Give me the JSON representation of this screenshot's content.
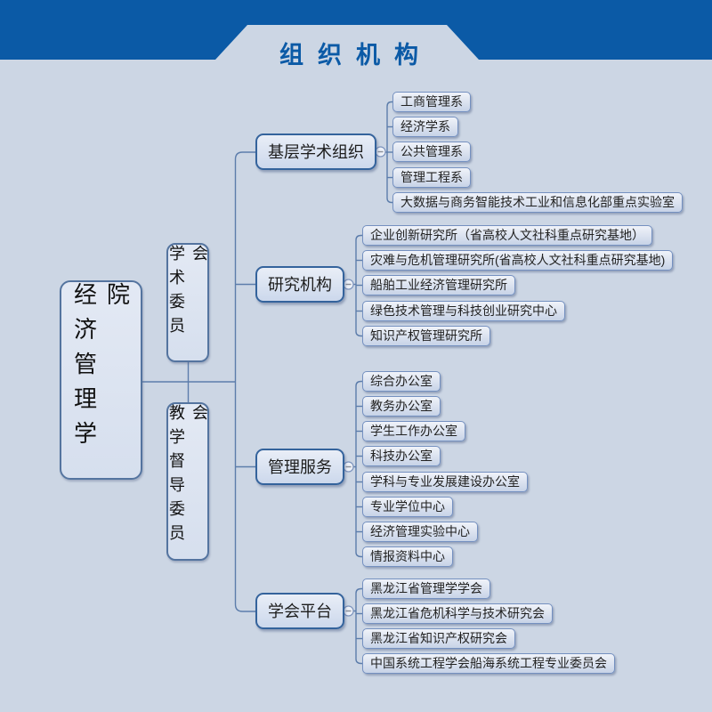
{
  "banner": {
    "title": "组织机构"
  },
  "root": {
    "label": "经济管理学院"
  },
  "committees": [
    {
      "label": "学术委员会"
    },
    {
      "label": "教学督导委员会"
    }
  ],
  "branches": [
    {
      "label": "基层学术组织",
      "children": [
        "工商管理系",
        "经济学系",
        "公共管理系",
        "管理工程系",
        "大数据与商务智能技术工业和信息化部重点实验室"
      ]
    },
    {
      "label": "研究机构",
      "children": [
        "企业创新研究所（省高校人文社科重点研究基地）",
        "灾难与危机管理研究所(省高校人文社科重点研究基地)",
        "船舶工业经济管理研究所",
        "绿色技术管理与科技创业研究中心",
        "知识产权管理研究所"
      ]
    },
    {
      "label": "管理服务",
      "children": [
        "综合办公室",
        "教务办公室",
        "学生工作办公室",
        "科技办公室",
        "学科与专业发展建设办公室",
        "专业学位中心",
        "经济管理实验中心",
        "情报资料中心"
      ]
    },
    {
      "label": "学会平台",
      "children": [
        "黑龙江省管理学学会",
        "黑龙江省危机科学与技术研究会",
        "黑龙江省知识产权研究会",
        "中国系统工程学会船海系统工程专业委员会"
      ]
    }
  ],
  "toggles": {
    "symbol": "-",
    "count": 4
  },
  "colors": {
    "banner_bg": "#0b5aa6",
    "page_bg": "#ccd6e4",
    "title_text": "#0b5aa6",
    "node_border": "#54749f",
    "branch_border": "#34639c",
    "leaf_border": "#7490c0",
    "node_fill": "#dce3f0",
    "leaf_fill_top": "#f0f3f9",
    "leaf_fill_bottom": "#c7d3e7",
    "line": "#5c7dab"
  }
}
